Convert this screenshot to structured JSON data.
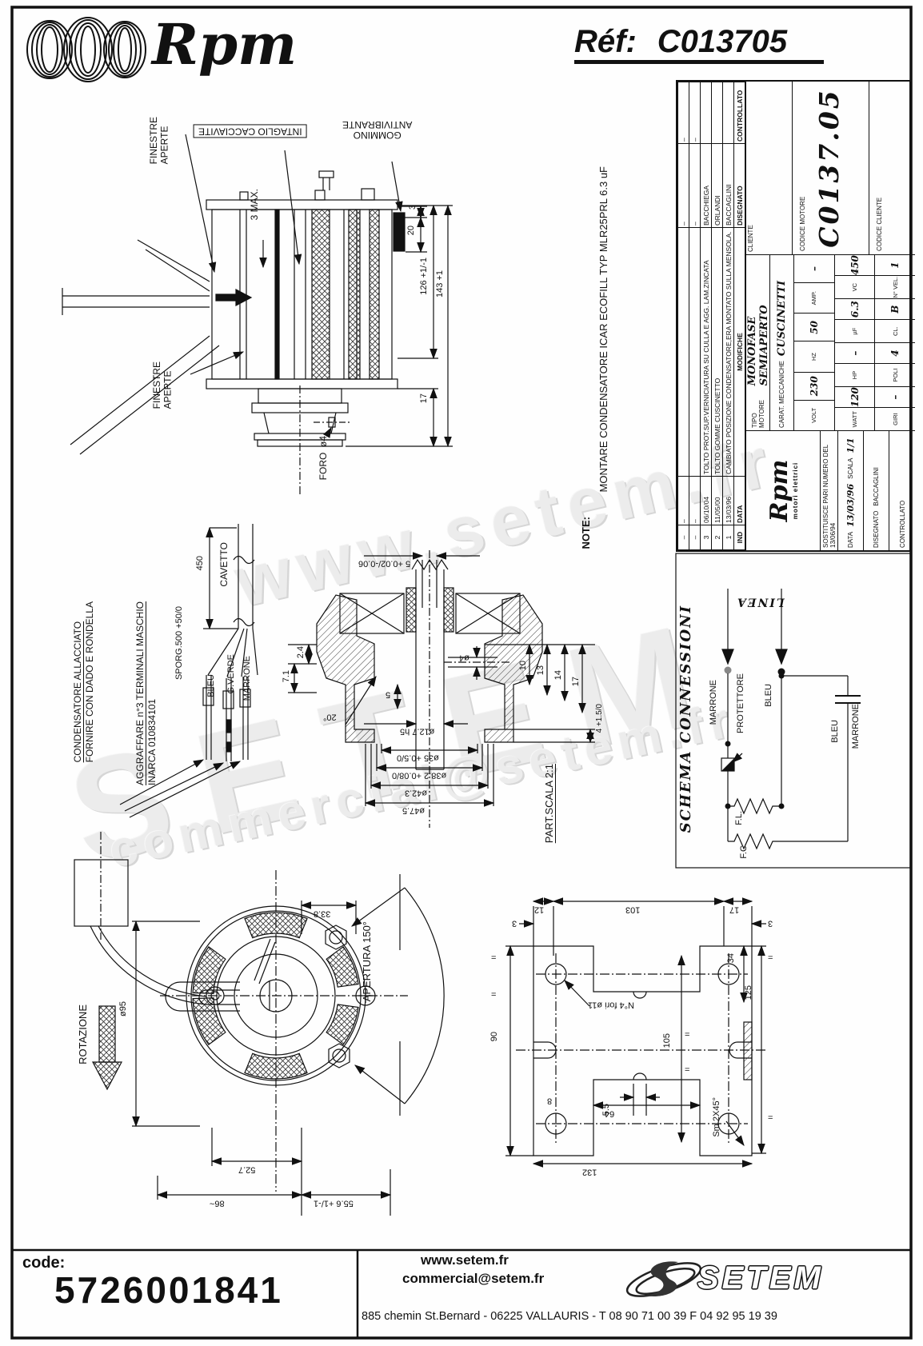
{
  "header": {
    "brand": "Rpm",
    "ref_label": "Réf:",
    "ref_value": "C013705"
  },
  "note": {
    "label": "NOTE:",
    "text": "MONTARE CONDENSATORE ICAR ECOFILL TYP MLR25PRL 6.3 uF"
  },
  "side_view": {
    "finestre_top": "FINESTRE\nAPERTE",
    "intaglio": "INTAGLIO CACCIAVITE",
    "gommino": "GOMMINO\nANTIVIBRANTE",
    "max3": "3 MAX.",
    "d3": "3",
    "d20": "20",
    "d126": "126 +1/-1",
    "d143": "143 +1",
    "d17": "17",
    "finestre_bottom": "FINESTRE\nAPERTE",
    "foro": "FORO  ø4"
  },
  "cable": {
    "cond1": "CONDENSATORE ALLACCIATO",
    "cond2": "FORNIRE CON DADO E RONDELLA",
    "aggr1": "AGGRAFFARE n°3 TERMINALI MASCHIO",
    "aggr2": "INARCA 010834101",
    "sporg": "SPORG.500 +50/0",
    "d450": "450",
    "cavetto": "CAVETTO",
    "bleu": "BLEU",
    "gverde": "G.VERDE",
    "marrone": "MARRONE"
  },
  "section": {
    "scala": "PART.SCALA 2:1",
    "slot5": "5 +0.02/-0.06",
    "d24": "2.4",
    "d71": "7.1",
    "ang20": "20°",
    "d5": "5",
    "dia4": "ø4",
    "d10": "10",
    "d13": "13",
    "d14": "14",
    "d17": "17",
    "d4tol": "4 +1.5/0",
    "d127": "ø12.7 h5",
    "d35": "ø35 +0.5/0",
    "d382": "ø38.2 +0.08/0",
    "d423": "ø42.3",
    "d475": "ø47.5"
  },
  "front": {
    "rotazione": "ROTAZIONE",
    "d95": "ø95",
    "d338": "33.8",
    "apertura": "APERTURA 150°",
    "d527": "52.7",
    "d86": "86~",
    "d556": "55.6 +1/-1"
  },
  "plate": {
    "d12": "12",
    "d103": "103",
    "d17": "17",
    "d3": "3",
    "eq": "=",
    "d90": "90",
    "d105": "105",
    "d34": "34",
    "d125": "125",
    "d55": "5.5",
    "d8": "8",
    "d64": "64",
    "d132": "132",
    "fori": "N°4 fori ø11",
    "sm": "Sm 2X45°"
  },
  "schema": {
    "title": "SCHEMA CONNESSIONI",
    "linea": "LINEA",
    "marrone": "MARRONE",
    "protettore": "PROTETTORE",
    "bleu1": "BLEU",
    "bleu2": "BLEU",
    "marrone2": "MARRONE",
    "fl": "F.L.",
    "fc": "F.C."
  },
  "title_block": {
    "revisions": [
      {
        "ind": "–",
        "date": "–",
        "desc": "",
        "name": "–",
        "ctrl": "–"
      },
      {
        "ind": "–",
        "date": "–",
        "desc": "",
        "name": "–",
        "ctrl": "–"
      },
      {
        "ind": "3",
        "date": "06/10/04",
        "desc": "TOLTO PROT.SUP.VERNICIATURA SU CULLA E AGG. LAM.ZINCATA",
        "name": "BACCHIEGA",
        "ctrl": ""
      },
      {
        "ind": "2",
        "date": "11/05/00",
        "desc": "TOLTO GOMME CUSCINETTO",
        "name": "ORLANDI",
        "ctrl": ""
      },
      {
        "ind": "1",
        "date": "13/03/96",
        "desc": "CAMBIATO POSIZIONE CONDENSATORE,ERA MONTATO SULLA MENSOLA.",
        "name": "BACCAGLINI",
        "ctrl": ""
      }
    ],
    "rev_head": {
      "ind": "IND",
      "data": "DATA",
      "modifiche": "MODIFICHE",
      "disegnato": "DISEGNATO",
      "controllato": "CONTROLLATO"
    },
    "logo_brand": "Rpm",
    "logo_sub": "motori elettrici",
    "sostituisce": "SOSTITUISCE PARI NUMERO DEL  13/06/94",
    "data_label": "DATA",
    "data_value": "13/03/96",
    "scala_label": "SCALA",
    "scala_value": "1/1",
    "disegnato_label": "DISEGNATO",
    "disegnato_value": "BACCAGLINI",
    "controllato_label": "CONTROLLATO",
    "controllato_value": "",
    "tipo_label": "TIPO MOTORE",
    "tipo_value": "MONOFASE SEMIAPERTO",
    "carat_label": "CARAT. MECCANICHE",
    "carat_value": "CUSCINETTI",
    "specs_row1": [
      {
        "l": "VOLT",
        "v": "230"
      },
      {
        "l": "HZ",
        "v": "50"
      },
      {
        "l": "AMP.",
        "v": "–"
      }
    ],
    "specs_row2": [
      {
        "l": "WATT",
        "v": "120"
      },
      {
        "l": "HP",
        "v": "–"
      },
      {
        "l": "µF",
        "v": "6.3"
      },
      {
        "l": "VC",
        "v": "450"
      }
    ],
    "specs_row3": [
      {
        "l": "GIRI",
        "v": "–"
      },
      {
        "l": "POLI",
        "v": "4"
      },
      {
        "l": "CL.",
        "v": "B"
      },
      {
        "l": "N° VEL.",
        "v": "1"
      }
    ],
    "cliente_label": "CLIENTE",
    "codice_motore_label": "CODICE MOTORE",
    "codice_motore_value": "C0137.05",
    "codice_cliente_label": "CODICE CLIENTE"
  },
  "watermarks": {
    "w1": "www.setem.fr",
    "w2": "SETEM",
    "w3": "commercial@setem.fr"
  },
  "footer": {
    "code_label": "code:",
    "code_value": "5726001841",
    "site": "www.setem.fr",
    "email": "commercial@setem.fr",
    "address": "885 chemin St.Bernard  -  06225 VALLAURIS  -  T 08 90 71 00 39   F 04 92 95 19 39",
    "logo": "SETEM"
  }
}
